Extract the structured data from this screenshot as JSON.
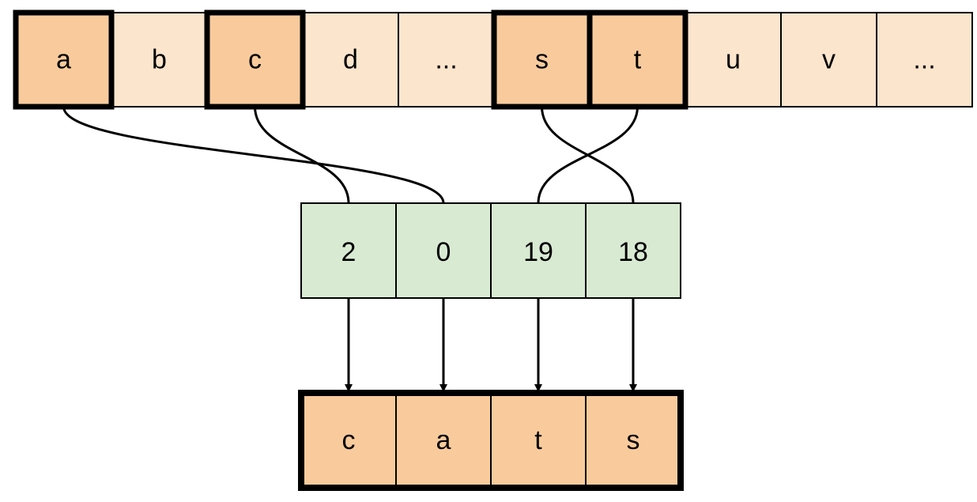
{
  "colors": {
    "alphabet_fill": "#fce5cd",
    "selected_fill": "#f9cb9c",
    "index_fill": "#d9ead3",
    "stroke": "#000000"
  },
  "alphabet": {
    "cells": [
      "a",
      "b",
      "c",
      "d",
      "...",
      "s",
      "t",
      "u",
      "v",
      "..."
    ],
    "selected": [
      0,
      2,
      5,
      6
    ]
  },
  "indices": {
    "values": [
      "2",
      "0",
      "19",
      "18"
    ],
    "source_cell": [
      2,
      0,
      6,
      5
    ]
  },
  "output": {
    "cells": [
      "c",
      "a",
      "t",
      "s"
    ]
  }
}
